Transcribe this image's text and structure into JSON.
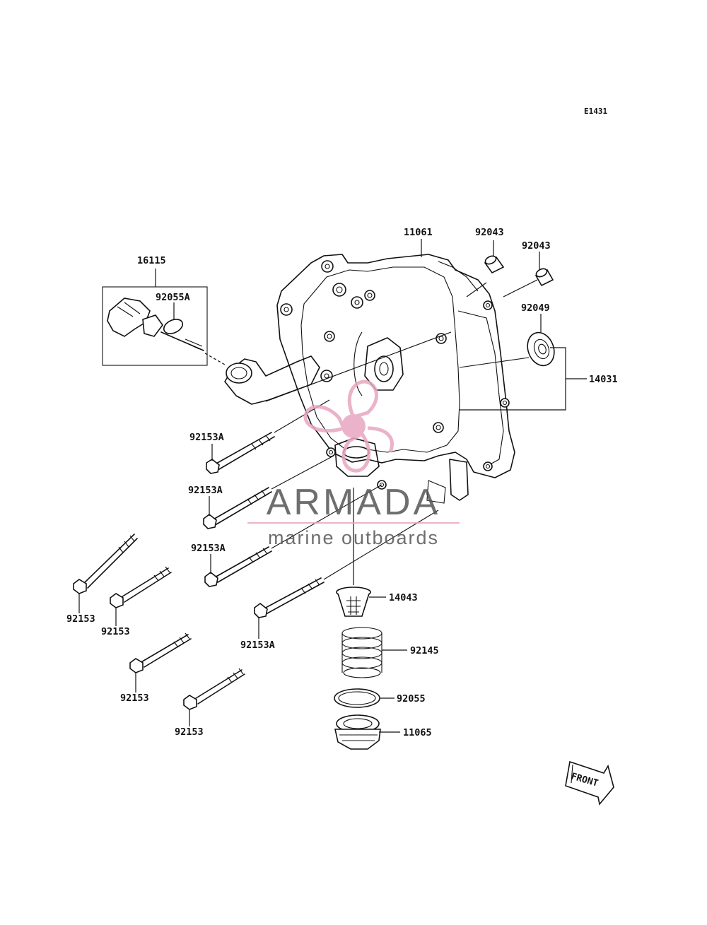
{
  "diagram": {
    "code": "E1431",
    "front_label": "FRONT",
    "labels": {
      "l16115": "16115",
      "l92055A": "92055A",
      "l11061": "11061",
      "l92043a": "92043",
      "l92043b": "92043",
      "l92049": "92049",
      "l14031": "14031",
      "l92153A_1": "92153A",
      "l92153A_2": "92153A",
      "l92153A_3": "92153A",
      "l92153A_4": "92153A",
      "l92153_1": "92153",
      "l92153_2": "92153",
      "l92153_3": "92153",
      "l92153_4": "92153",
      "l14043": "14043",
      "l92145": "92145",
      "l92055": "92055",
      "l11065": "11065"
    }
  },
  "watermark": {
    "brand": "ARMADA",
    "tagline": "marine outboards",
    "logo_color": "#e8a6c0",
    "text_color": "#555555"
  }
}
